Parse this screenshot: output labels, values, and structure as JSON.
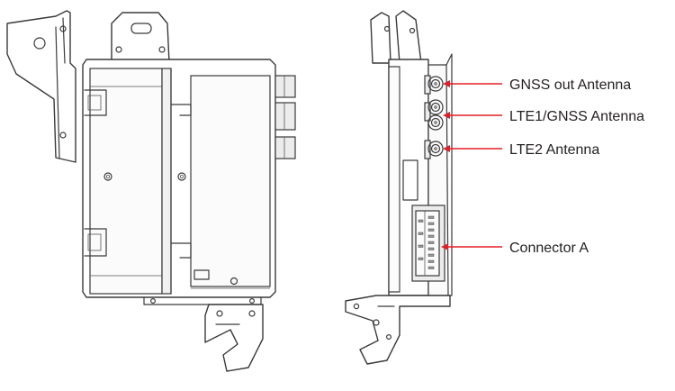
{
  "labels": {
    "gnss_out": "GNSS out Antenna",
    "lte1_gnss": "LTE1/GNSS Antenna",
    "lte2": "LTE2 Antenna",
    "connector_a": "Connector A"
  },
  "colors": {
    "arrow": "#e31e24",
    "line": "#3a3a3a",
    "text": "#231f20"
  }
}
